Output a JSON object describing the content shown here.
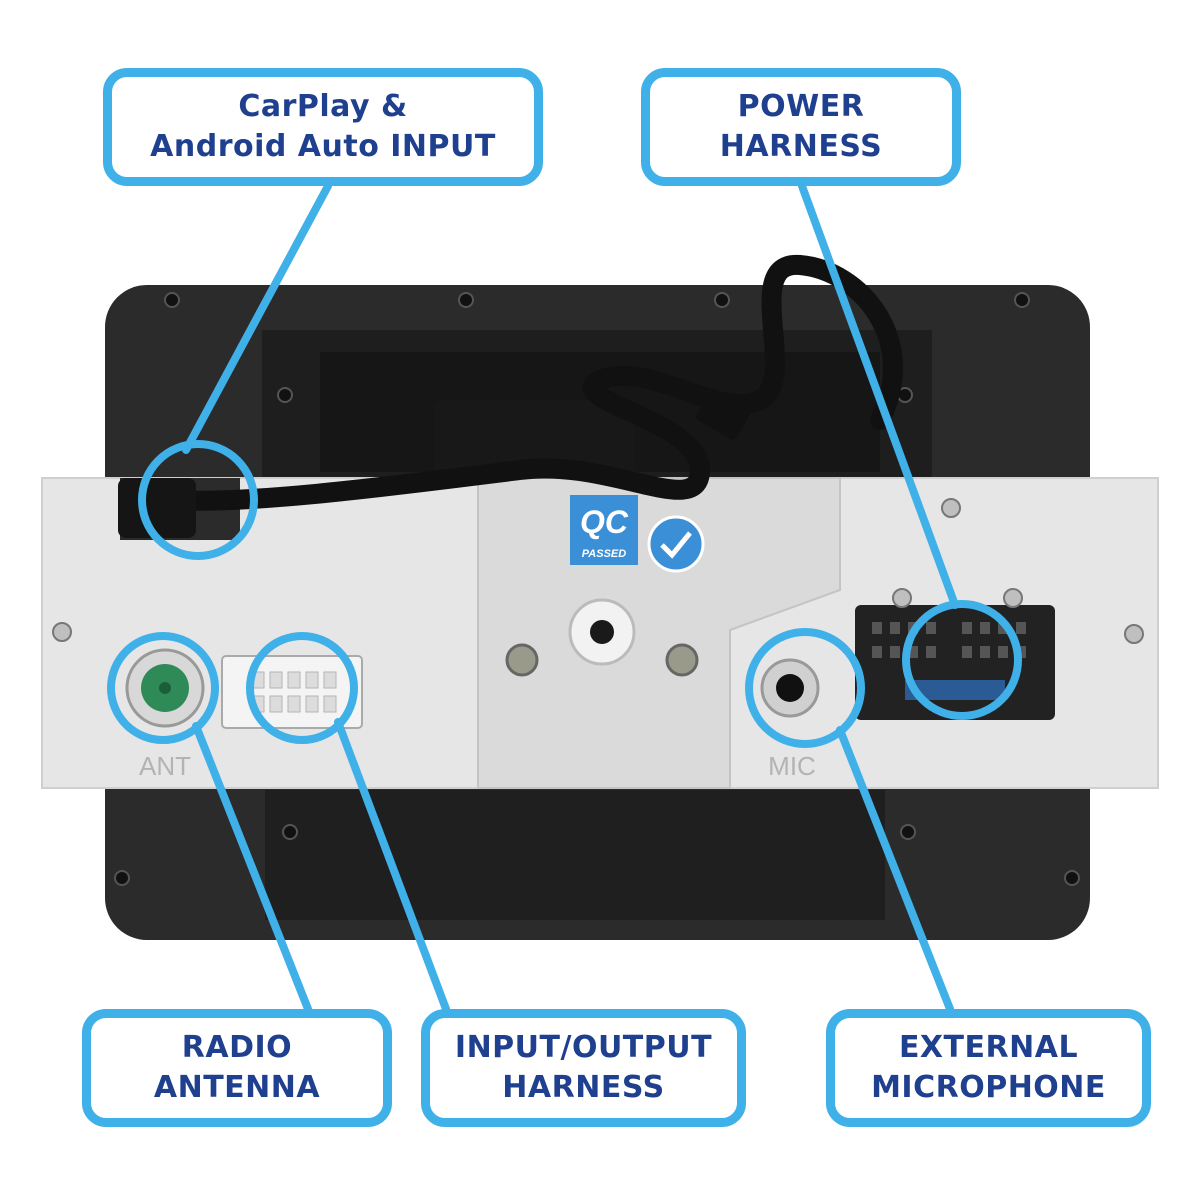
{
  "callouts": {
    "carplay": {
      "line1": "CarPlay &",
      "line2": "Android Auto INPUT"
    },
    "power": {
      "line1": "POWER",
      "line2": "HARNESS"
    },
    "radio": {
      "line1": "RADIO",
      "line2": "ANTENNA"
    },
    "io": {
      "line1": "INPUT/OUTPUT",
      "line2": "HARNESS"
    },
    "mic": {
      "line1": "EXTERNAL",
      "line2": "MICROPHONE"
    }
  },
  "port_labels": {
    "ant": "ANT",
    "mic": "MIC"
  },
  "qc_sticker": {
    "big": "QC",
    "small": "PASSED"
  },
  "colors": {
    "accent": "#3fb0e8",
    "text": "#1f3f8f",
    "device": "#2b2b2b",
    "plate": "#e6e6e6",
    "antenna": "#2e8b57"
  }
}
